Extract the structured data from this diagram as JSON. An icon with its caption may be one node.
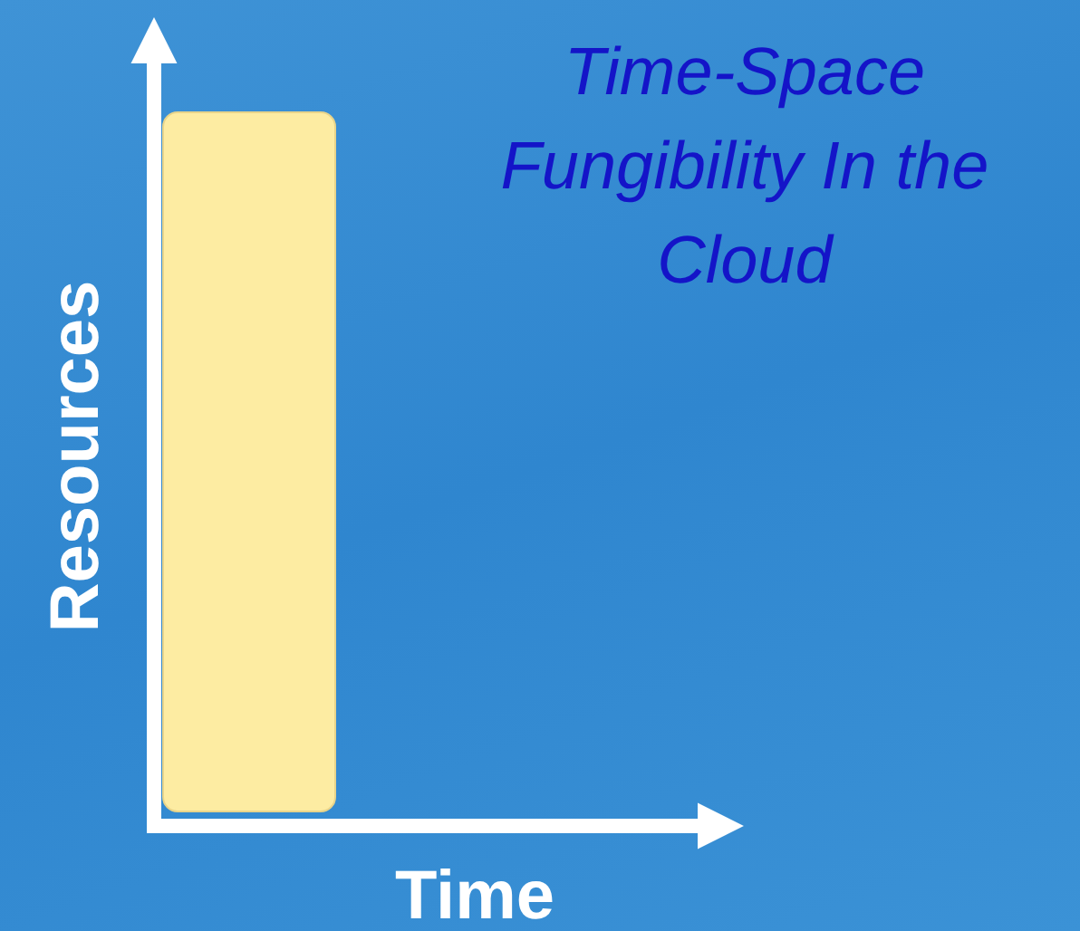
{
  "diagram": {
    "title": "Time-Space Fungibility In the Cloud",
    "nodes": [
      {
        "text": [],
        "shape": "bar"
      }
    ],
    "labels": [
      "Resources",
      "Time"
    ]
  }
}
